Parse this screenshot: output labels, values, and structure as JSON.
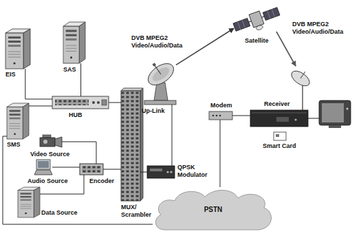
{
  "diagram": {
    "nodes": [
      {
        "text": [
          "EIS"
        ]
      },
      {
        "text": [
          "SAS"
        ]
      },
      {
        "text": [
          "HUB"
        ]
      },
      {
        "text": [
          "SMS"
        ]
      },
      {
        "text": [
          "Video Source"
        ]
      },
      {
        "text": [
          "Audio Source"
        ]
      },
      {
        "text": [
          "Encoder"
        ]
      },
      {
        "text": [
          "Data Source"
        ]
      },
      {
        "text": [
          "MUX/ Scrambler"
        ]
      },
      {
        "text": [
          "Up-Link"
        ]
      },
      {
        "text": [
          "QPSK Modulator"
        ]
      },
      {
        "text": [
          "Satellite"
        ]
      },
      {
        "text": [
          "Modem"
        ]
      },
      {
        "text": [
          "Receiver"
        ]
      },
      {
        "text": [
          "Smart Card"
        ]
      },
      {
        "text": [
          "PSTN"
        ]
      }
    ],
    "edges": [
      {
        "from": 0,
        "to": 2,
        "arrow": "none"
      },
      {
        "from": 1,
        "to": 2,
        "arrow": "none"
      },
      {
        "from": 3,
        "to": 2,
        "arrow": "none"
      },
      {
        "from": 2,
        "to": 8,
        "arrow": "none"
      },
      {
        "from": 4,
        "to": 6,
        "arrow": "none"
      },
      {
        "from": 5,
        "to": 6,
        "arrow": "none"
      },
      {
        "from": 7,
        "to": 6,
        "arrow": "none"
      },
      {
        "from": 6,
        "to": 8,
        "arrow": "none"
      },
      {
        "from": 8,
        "to": 10,
        "arrow": "none"
      },
      {
        "from": 10,
        "to": 9,
        "arrow": "none"
      },
      {
        "from": 9,
        "to": 11,
        "arrow": "to",
        "label": "DVB MPEG2 Video/Audio/Data"
      },
      {
        "from": 12,
        "to": 13,
        "arrow": "none"
      },
      {
        "from": 3,
        "to": 15,
        "arrow": "none"
      },
      {
        "from": 15,
        "to": 12,
        "arrow": "none"
      }
    ],
    "labels": [
      "DVB MPEG2 Video/Audio/Data"
    ]
  }
}
